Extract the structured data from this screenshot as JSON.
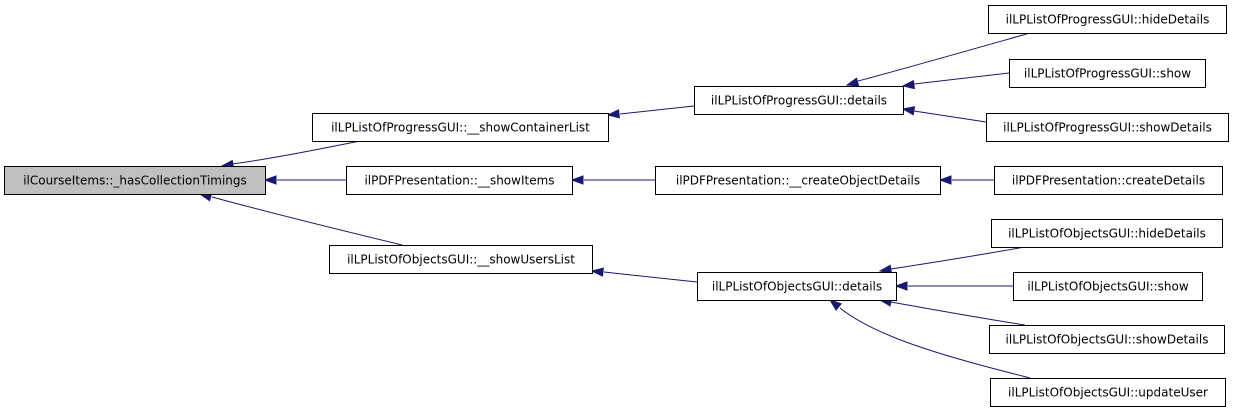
{
  "graph": {
    "colors": {
      "edge": "#191970",
      "root_fill": "#bfbfbf",
      "node_fill": "#ffffff",
      "node_border": "#000000"
    },
    "nodes": {
      "root": "ilCourseItems::_hasCollectionTimings",
      "progress_container": "ilLPListOfProgressGUI::__showContainerList",
      "pdf_items": "ilPDFPresentation::__showItems",
      "objects_users": "ilLPListOfObjectsGUI::__showUsersList",
      "progress_details": "ilLPListOfProgressGUI::details",
      "pdf_create_obj": "ilPDFPresentation::__createObjectDetails",
      "objects_details": "ilLPListOfObjectsGUI::details",
      "progress_hide": "ilLPListOfProgressGUI::hideDetails",
      "progress_show": "ilLPListOfProgressGUI::show",
      "progress_showdetails": "ilLPListOfProgressGUI::showDetails",
      "pdf_create_details": "ilPDFPresentation::createDetails",
      "objects_hide": "ilLPListOfObjectsGUI::hideDetails",
      "objects_show": "ilLPListOfObjectsGUI::show",
      "objects_showdetails": "ilLPListOfObjectsGUI::showDetails",
      "objects_update": "ilLPListOfObjectsGUI::updateUser"
    },
    "edges": [
      {
        "from": "progress_container",
        "to": "root"
      },
      {
        "from": "pdf_items",
        "to": "root"
      },
      {
        "from": "objects_users",
        "to": "root"
      },
      {
        "from": "progress_details",
        "to": "progress_container"
      },
      {
        "from": "pdf_create_obj",
        "to": "pdf_items"
      },
      {
        "from": "objects_details",
        "to": "objects_users"
      },
      {
        "from": "progress_hide",
        "to": "progress_details"
      },
      {
        "from": "progress_show",
        "to": "progress_details"
      },
      {
        "from": "progress_showdetails",
        "to": "progress_details"
      },
      {
        "from": "pdf_create_details",
        "to": "pdf_create_obj"
      },
      {
        "from": "objects_hide",
        "to": "objects_details"
      },
      {
        "from": "objects_show",
        "to": "objects_details"
      },
      {
        "from": "objects_showdetails",
        "to": "objects_details"
      },
      {
        "from": "objects_update",
        "to": "objects_details"
      }
    ]
  }
}
